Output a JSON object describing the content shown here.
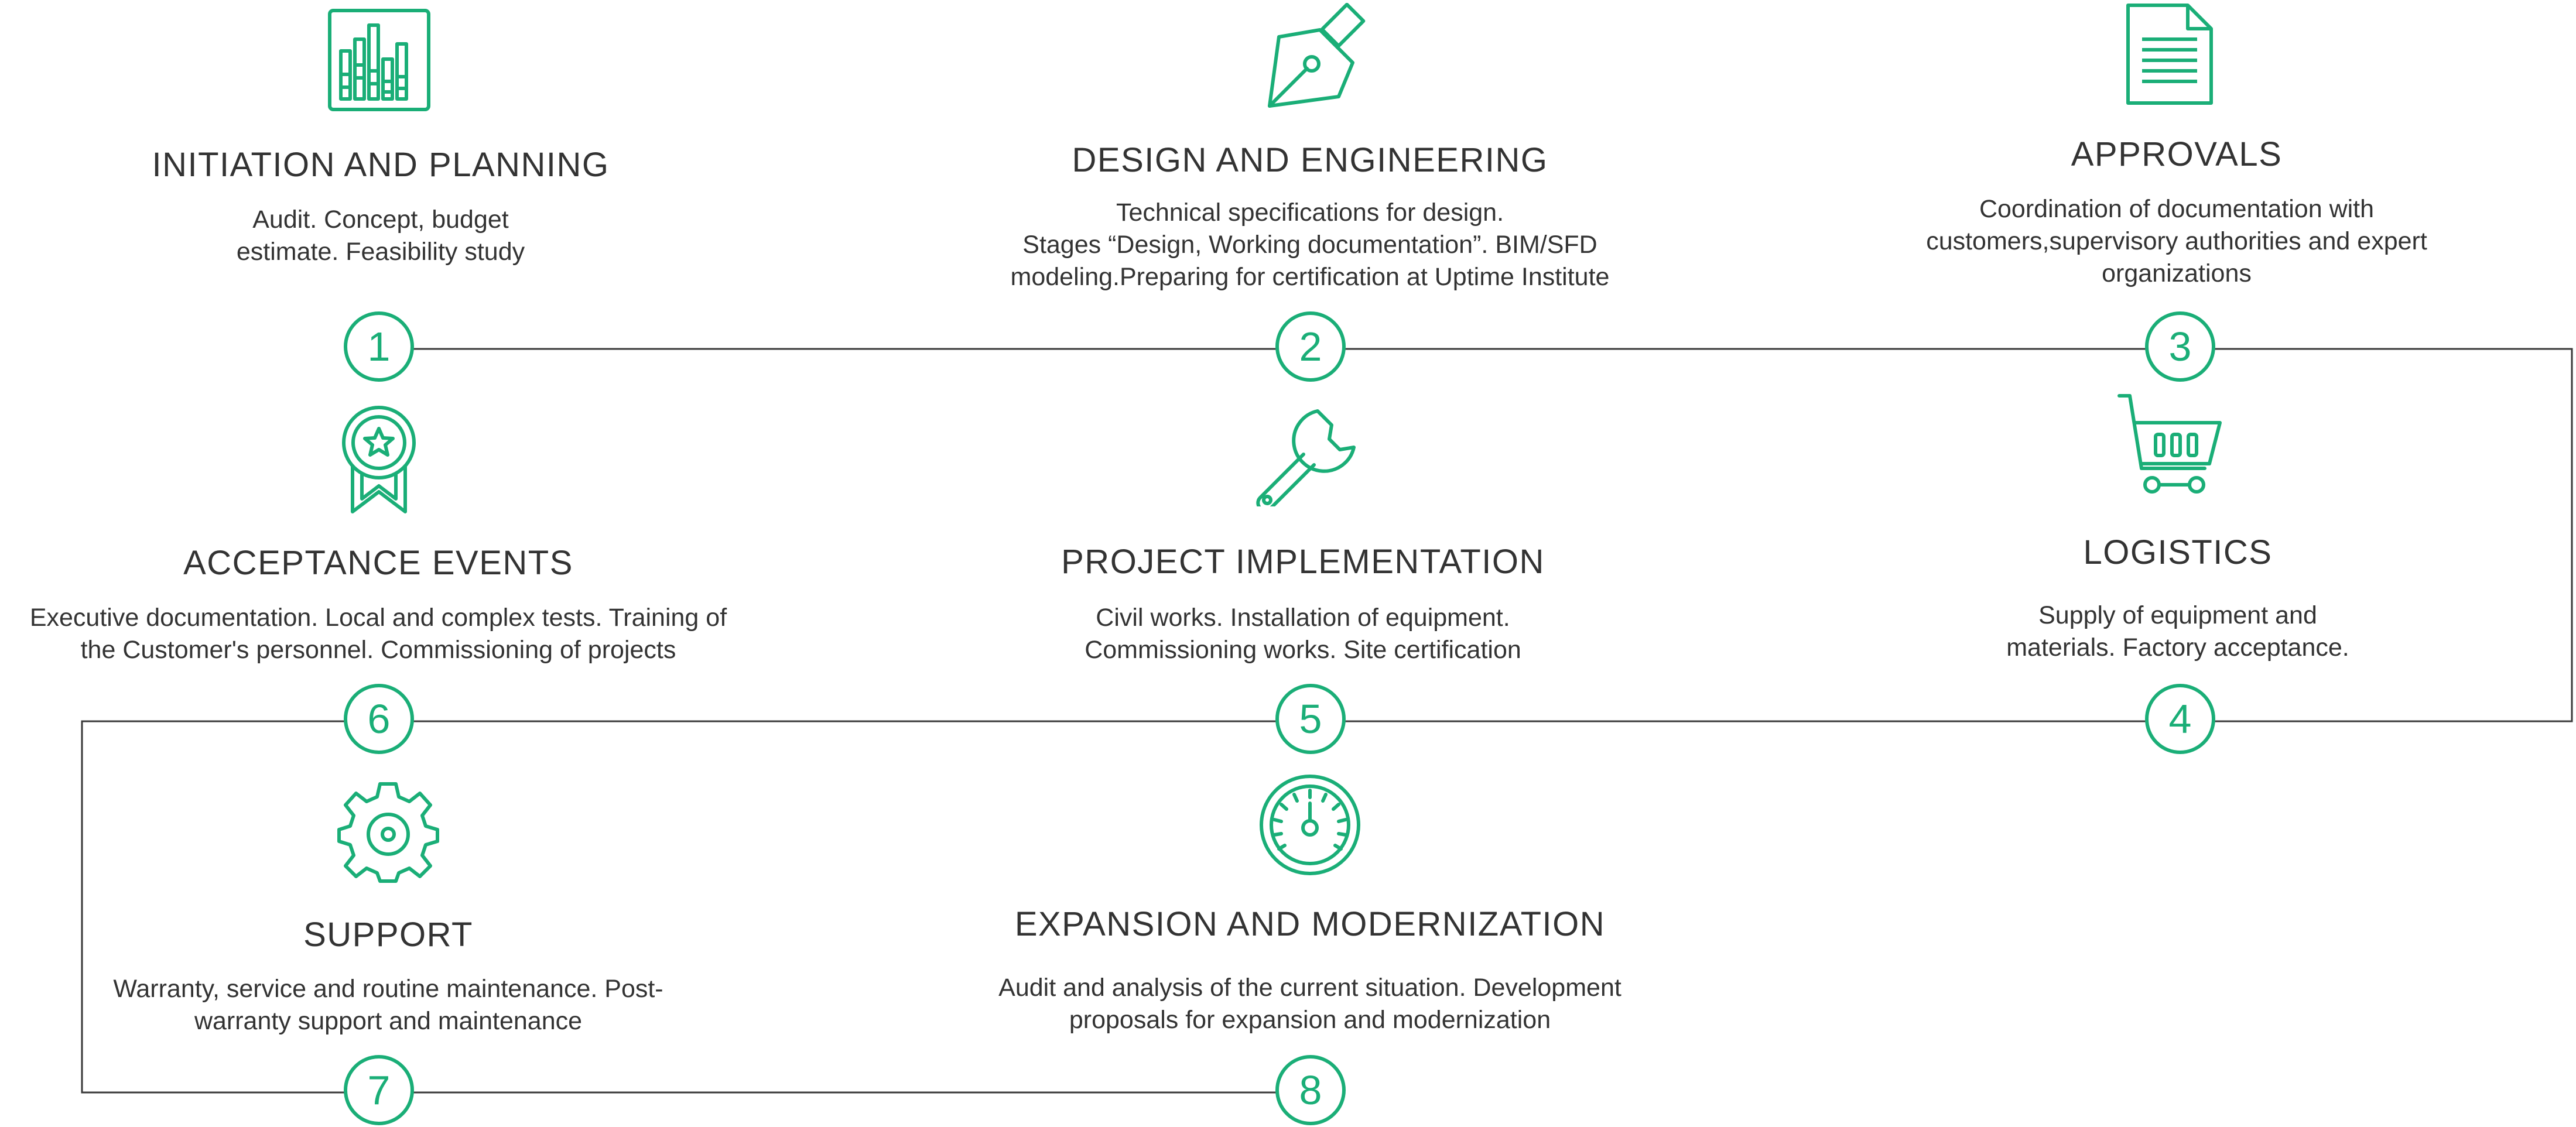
{
  "colors": {
    "accent": "#1aae77",
    "text": "#333333",
    "line": "#3a3a3a"
  },
  "stages": [
    {
      "number": "1",
      "icon": "bar-chart-icon",
      "title": "INITIATION AND PLANNING",
      "description": [
        "Audit. Concept, budget",
        "estimate. Feasibility study"
      ]
    },
    {
      "number": "2",
      "icon": "pen-nib-icon",
      "title": "DESIGN AND ENGINEERING",
      "description": [
        "Technical specifications for design.",
        "Stages “Design, Working documentation”. BIM/SFD",
        "modeling.Preparing for certification at Uptime Institute"
      ]
    },
    {
      "number": "3",
      "icon": "document-icon",
      "title": "APPROVALS",
      "description": [
        "Coordination of documentation with",
        "customers,supervisory authorities and expert",
        "organizations"
      ]
    },
    {
      "number": "4",
      "icon": "shopping-cart-icon",
      "title": "LOGISTICS",
      "description": [
        "Supply of equipment and",
        "materials. Factory acceptance."
      ]
    },
    {
      "number": "5",
      "icon": "wrench-icon",
      "title": "PROJECT IMPLEMENTATION",
      "description": [
        "Civil works. Installation of equipment.",
        "Commissioning works. Site certification"
      ]
    },
    {
      "number": "6",
      "icon": "award-ribbon-icon",
      "title": "ACCEPTANCE EVENTS",
      "description": [
        "Executive documentation. Local and complex tests. Training of",
        "the Customer's personnel. Commissioning of projects"
      ]
    },
    {
      "number": "7",
      "icon": "gear-icon",
      "title": "SUPPORT",
      "description": [
        "Warranty, service and routine maintenance. Post-",
        "warranty support and maintenance"
      ]
    },
    {
      "number": "8",
      "icon": "gauge-icon",
      "title": "EXPANSION AND MODERNIZATION",
      "description": [
        "Audit and analysis of the current situation. Development",
        "proposals for expansion and modernization"
      ]
    }
  ]
}
